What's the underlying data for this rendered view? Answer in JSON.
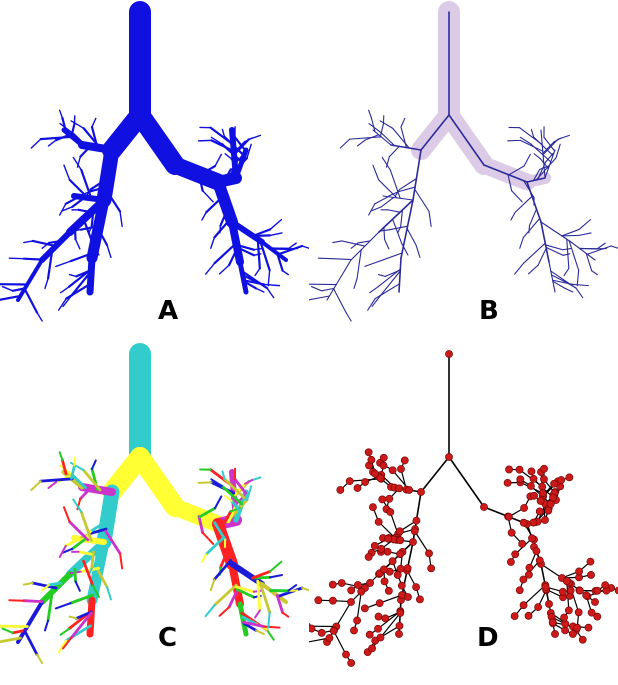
{
  "panels": [
    {
      "id": "A",
      "label": "A",
      "style": "solid-airway",
      "color": "#1010e0"
    },
    {
      "id": "B",
      "label": "B",
      "style": "centerline-overlay",
      "line_color": "#2a2a9a",
      "shell_color": "#dccbe6"
    },
    {
      "id": "C",
      "label": "C",
      "style": "segmented-airway",
      "colors": [
        "#33cccc",
        "#ffff33",
        "#cc33cc",
        "#ff2222",
        "#22cc22",
        "#1a1ad8",
        "#c8c832"
      ]
    },
    {
      "id": "D",
      "label": "D",
      "style": "graph-tree",
      "node_color": "#cc1a1a",
      "edge_color": "#000000"
    }
  ]
}
